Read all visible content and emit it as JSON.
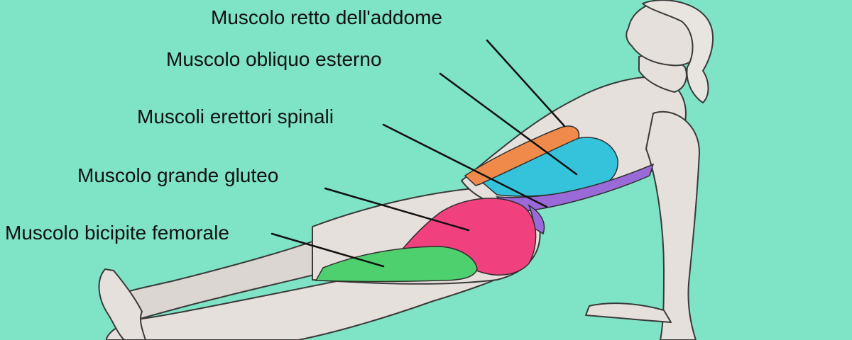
{
  "labels": [
    {
      "text": "Muscolo retto dell'addome"
    },
    {
      "text": "Muscolo obliquo esterno"
    },
    {
      "text": "Muscoli erettori spinali"
    },
    {
      "text": "Muscolo grande gluteo"
    },
    {
      "text": "Muscolo bicipite femorale"
    }
  ],
  "colors": {
    "background": "#7fe3c6",
    "skin": "#e6e0dc",
    "outline": "#3a3a3a",
    "rectus_abdominis": "#f08a4a",
    "external_oblique": "#35c3dc",
    "erector_spinae": "#9a6ad8",
    "gluteus_maximus": "#f0407e",
    "biceps_femoris": "#4fd06e",
    "leader_line": "#111111"
  }
}
